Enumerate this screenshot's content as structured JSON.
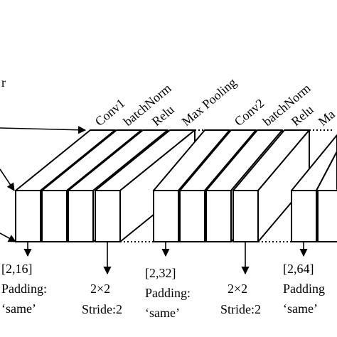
{
  "input_label_fragment": "r",
  "stage1": {
    "layers": [
      "Conv1",
      "batchNorm",
      "Relu",
      "Max Pooling"
    ],
    "conv_kernel": "[2,16]",
    "conv_padding_label": "Padding:",
    "conv_padding_value": "‘same’",
    "pool_size": "2×2",
    "pool_stride": "Stride:2"
  },
  "stage2": {
    "layers": [
      "Conv2",
      "batchNorm",
      "Relu",
      "Ma"
    ],
    "conv_kernel": "[2,32]",
    "conv_padding_label": "Padding:",
    "conv_padding_value": "‘same’",
    "pool_size": "2×2",
    "pool_stride": "Stride:2"
  },
  "stage3": {
    "conv_kernel": "[2,64]",
    "conv_padding_label": "Padding",
    "conv_padding_value": "‘same’"
  }
}
